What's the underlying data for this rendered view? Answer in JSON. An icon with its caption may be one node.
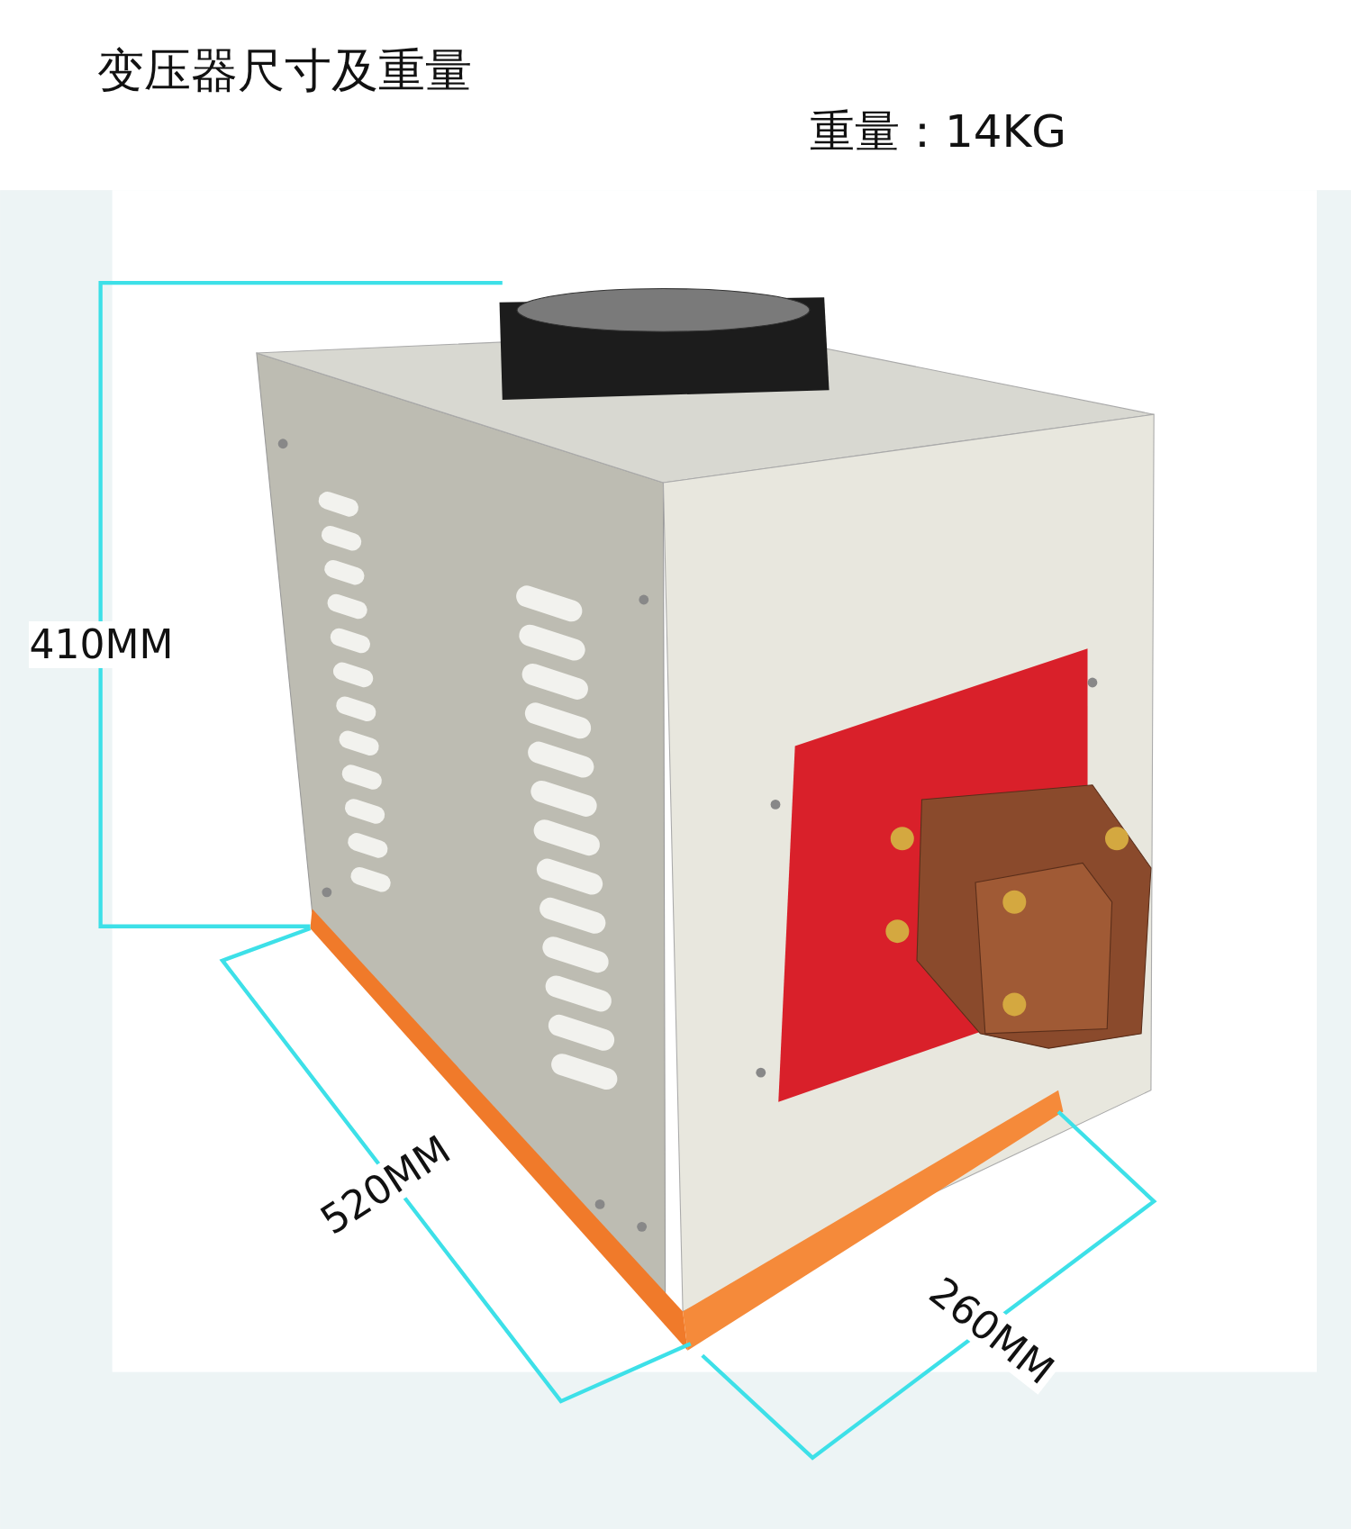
{
  "diagram": {
    "title": "变压器尺寸及重量",
    "labels": [
      "重量：14KG",
      "410MM",
      "520MM",
      "260MM"
    ]
  }
}
